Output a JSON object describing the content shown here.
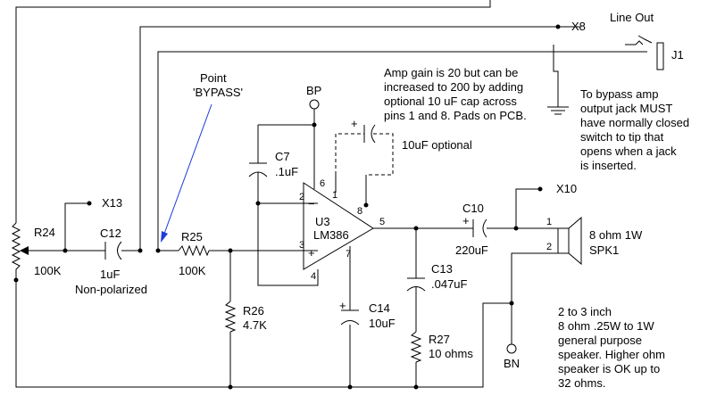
{
  "labels": {
    "line_out": "Line Out",
    "x8": "X8",
    "j1": "J1",
    "point": "Point",
    "bypass": "'BYPASS'",
    "bp": "BP",
    "gain_note": [
      "Amp gain is 20 but can be",
      "increased to 200 by adding",
      "optional 10 uF cap across",
      "pins 1 and 8. Pads on PCB."
    ],
    "bypass_note": [
      "To bypass amp",
      "output jack MUST",
      "have normally closed",
      "switch to tip that",
      "opens when a jack",
      "is inserted."
    ],
    "c_opt": "10uF optional",
    "c7": "C7",
    "c7_val": ".1uF",
    "x13": "X13",
    "r24": "R24",
    "r24_val": "100K",
    "c12": "C12",
    "c12_val": "1uF",
    "c12_note": "Non-polarized",
    "r25": "R25",
    "r25_val": "100K",
    "u3": "U3",
    "lm386": "LM386",
    "pin1": "1",
    "pin2": "2",
    "pin3": "3",
    "pin4": "4",
    "pin5": "5",
    "pin6": "6",
    "pin7": "7",
    "pin8": "8",
    "c10": "C10",
    "c10_val": "220uF",
    "x10": "X10",
    "spk_pin1": "1",
    "spk_pin2": "2",
    "spk_desc": "8 ohm 1W",
    "spk1": "SPK1",
    "c13": "C13",
    "c13_val": ".047uF",
    "r26": "R26",
    "r26_val": "4.7K",
    "c14": "C14",
    "c14_val": "10uF",
    "r27": "R27",
    "r27_val": "10 ohms",
    "bn": "BN",
    "speaker_note": [
      "2 to 3 inch",
      "8 ohm .25W to 1W",
      "general purpose",
      "speaker. Higher ohm",
      "speaker is OK up to",
      "32 ohms."
    ],
    "plus": "+"
  },
  "colors": {
    "line": "#000000",
    "arrow": "#1f3bd8",
    "background": "#ffffff"
  }
}
